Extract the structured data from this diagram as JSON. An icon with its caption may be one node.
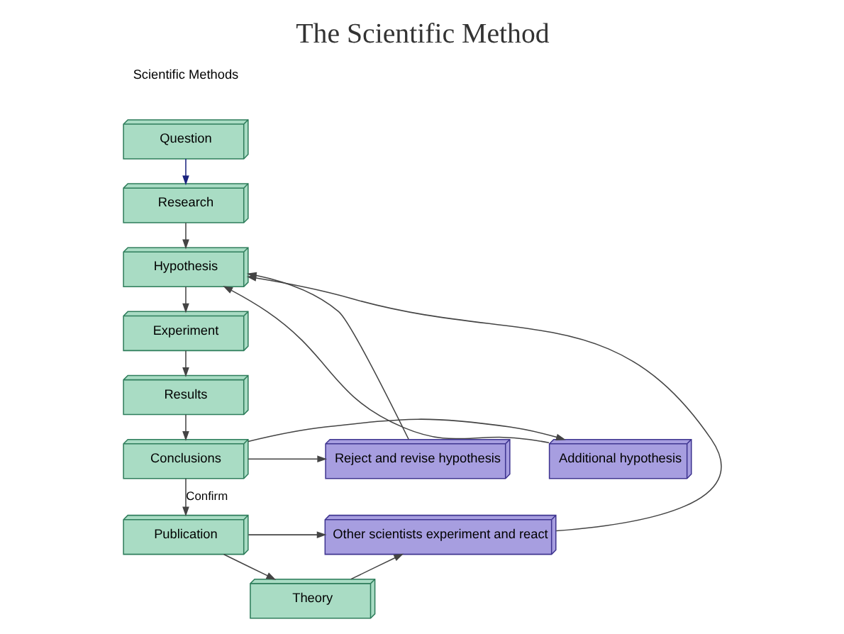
{
  "diagram": {
    "title": "The Scientific Method",
    "nodes": [
      {
        "text": [
          "Question"
        ]
      },
      {
        "text": [
          "Research"
        ]
      },
      {
        "text": [
          "Hypothesis"
        ]
      },
      {
        "text": [
          "Experiment"
        ]
      },
      {
        "text": [
          "Results"
        ]
      },
      {
        "text": [
          "Additional hypothesis"
        ]
      },
      {
        "text": [
          "Conclusions"
        ]
      },
      {
        "text": [
          "Reject and revise hypothesis"
        ]
      },
      {
        "text": [
          "Publication"
        ]
      },
      {
        "text": [
          "Theory"
        ]
      },
      {
        "text": [
          "Other scientists experiment and react"
        ]
      }
    ],
    "edges": [
      {
        "from": 0,
        "to": 1,
        "arrow": "to",
        "color": "#1a237e"
      },
      {
        "from": 1,
        "to": 2,
        "arrow": "to"
      },
      {
        "from": 2,
        "to": 3,
        "arrow": "to"
      },
      {
        "from": 3,
        "to": 4,
        "arrow": "to"
      },
      {
        "from": 4,
        "to": 6,
        "arrow": "to"
      },
      {
        "from": 6,
        "to": 5,
        "arrow": "to"
      },
      {
        "from": 6,
        "to": 7,
        "arrow": "to"
      },
      {
        "from": 6,
        "to": 8,
        "arrow": "to",
        "label": "Confirm"
      },
      {
        "from": 8,
        "to": 9,
        "arrow": "to"
      },
      {
        "from": 8,
        "to": 10,
        "arrow": "to"
      },
      {
        "from": 9,
        "to": 10,
        "arrow": "to"
      },
      {
        "from": 5,
        "to": 2,
        "arrow": "to"
      },
      {
        "from": 7,
        "to": 2,
        "arrow": "to"
      },
      {
        "from": 10,
        "to": 2,
        "arrow": "to"
      }
    ],
    "labels": [
      "Scientific Methods"
    ]
  }
}
